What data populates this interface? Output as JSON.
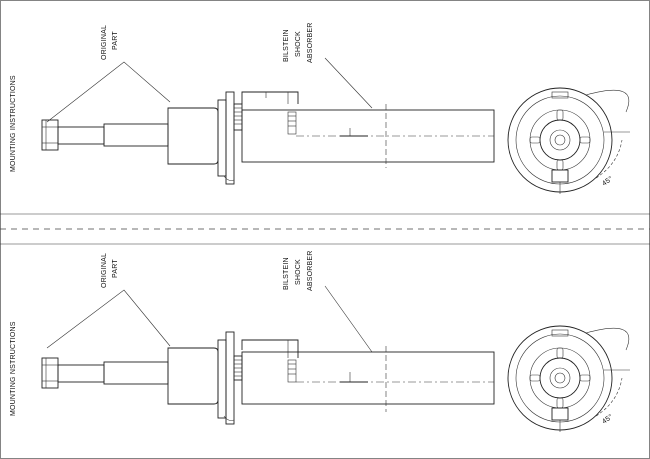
{
  "panels": [
    {
      "side_title": "MOUNTING INS­TRUCTIONS",
      "original_part": [
        "ORIGINAL",
        "PART"
      ],
      "bilstein_label": [
        "BILSTEIN",
        "SHOCK",
        "ABSORBER"
      ],
      "angle_label": "45°"
    },
    {
      "side_title": "MOUNTING  NSTRUCTIONS",
      "original_part": [
        "ORIGINAL",
        "PART"
      ],
      "bilstein_label": [
        "BILSTEIN",
        "SHOCK",
        "ABSORBER"
      ],
      "angle_label": "45°"
    }
  ]
}
